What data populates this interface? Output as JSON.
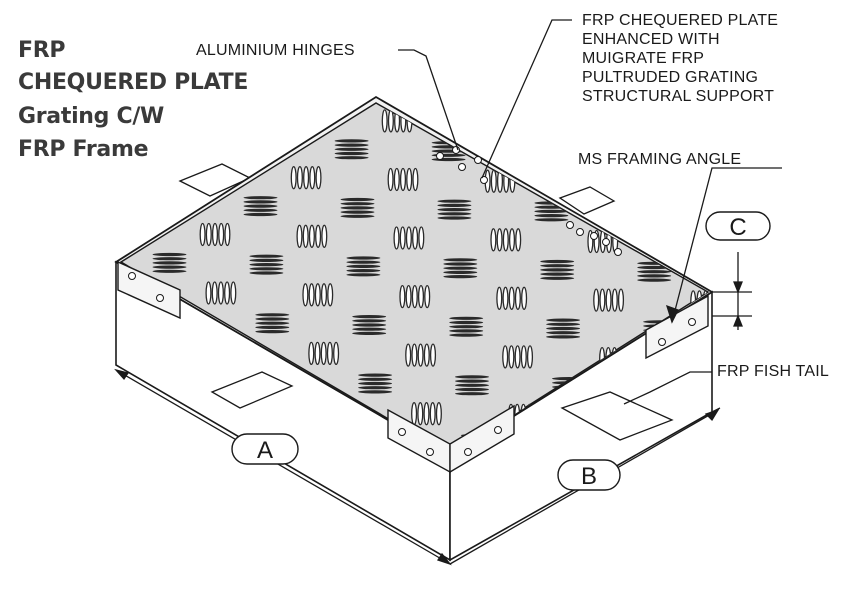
{
  "title": {
    "lines": [
      "FRP",
      "CHEQUERED PLATE",
      "Grating C/W",
      "FRP Frame"
    ]
  },
  "callouts": {
    "aluminium_hinges": "ALUMINIUM HINGES",
    "frp_chequered_plate": [
      "FRP CHEQUERED PLATE",
      "ENHANCED WITH",
      "MUIGRATE FRP",
      "PULTRUDED GRATING",
      "STRUCTURAL SUPPORT"
    ],
    "ms_framing_angle": "MS  FRAMING ANGLE",
    "frp_fish_tail": "FRP FISH TAIL"
  },
  "dimensions": {
    "a": "A",
    "b": "B",
    "c": "C"
  },
  "colors": {
    "ink": "#1a1a1a",
    "title": "#3a3a3a",
    "plate_bg": "#d9d9d9",
    "pattern": "#2a2a2a"
  }
}
